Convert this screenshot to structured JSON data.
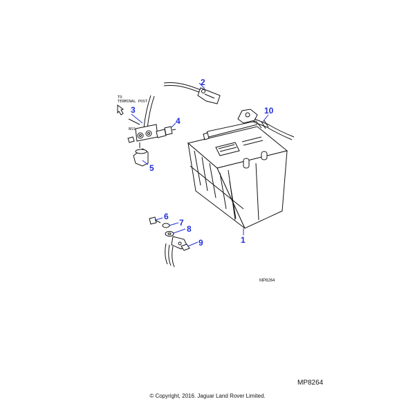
{
  "diagram": {
    "callouts": [
      "1",
      "2",
      "3",
      "4",
      "5",
      "6",
      "7",
      "8",
      "9",
      "10"
    ],
    "annotation_to_terminal_line1": "TO",
    "annotation_to_terminal_line2": "TERMINAL POST",
    "annotation_nss": "NSS",
    "reference_small": "MP8264"
  },
  "footer": {
    "reference": "MP8264",
    "copyright": "© Copyright, 2016. Jaguar Land Rover Limited."
  }
}
